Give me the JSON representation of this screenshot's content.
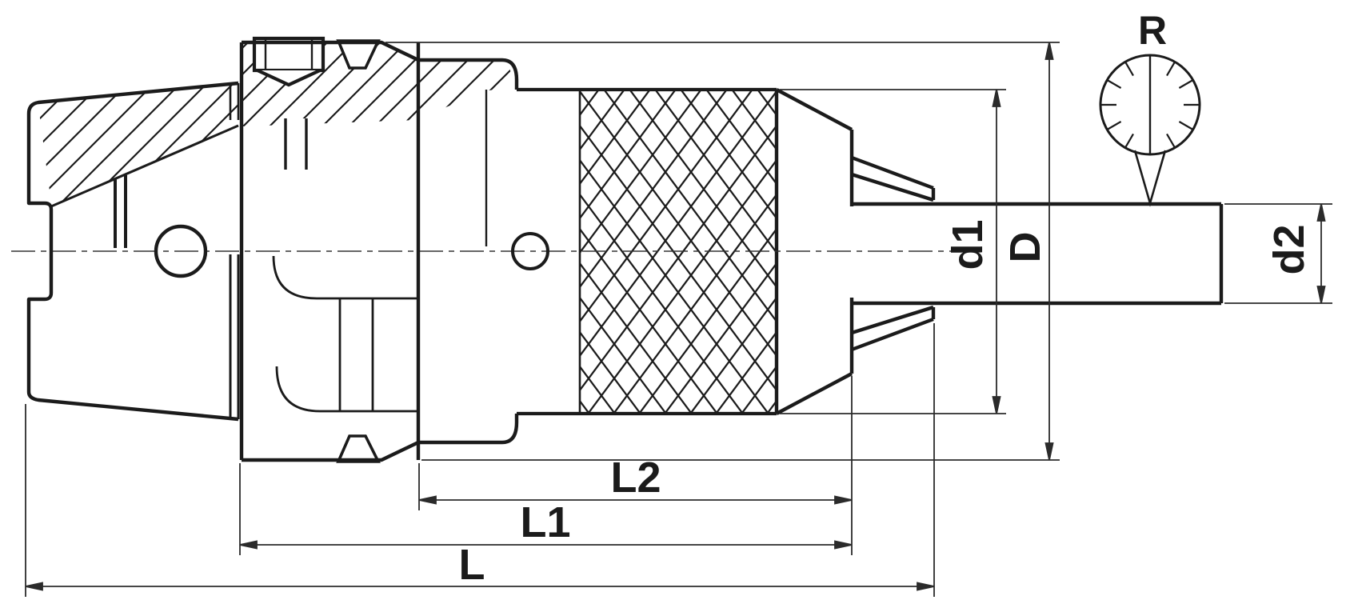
{
  "drawing": {
    "dim_labels": {
      "l": "L",
      "l1": "L1",
      "l2": "L2",
      "d_flange": "D",
      "d_sleeve": "d1",
      "d_bar": "d2",
      "runout": "R"
    },
    "colors": {
      "ink": "#1b1b1b",
      "dimension_line": "#2b2b2b",
      "background": "#ffffff"
    }
  }
}
